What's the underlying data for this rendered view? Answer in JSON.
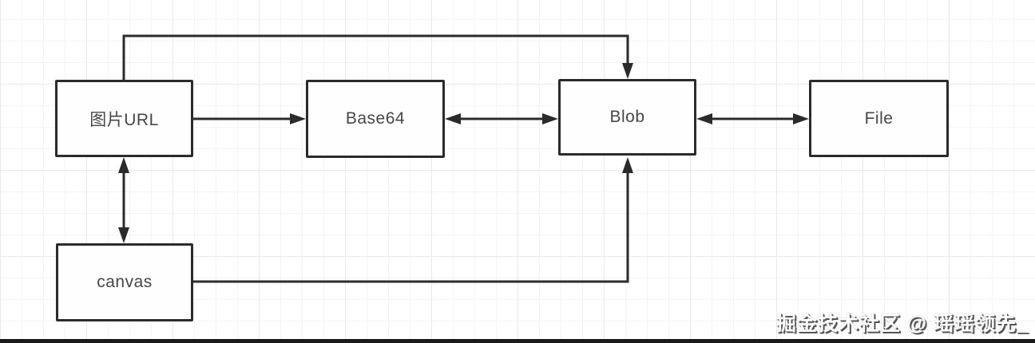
{
  "diagram": {
    "title": "image-format-conversion-flow",
    "nodes": [
      {
        "id": "image-url",
        "label": "图片URL"
      },
      {
        "id": "base64",
        "label": "Base64"
      },
      {
        "id": "blob",
        "label": "Blob"
      },
      {
        "id": "file",
        "label": "File"
      },
      {
        "id": "canvas",
        "label": "canvas"
      }
    ],
    "edges": [
      {
        "from": "image-url",
        "to": "base64",
        "direction": "one-way",
        "route": "straight"
      },
      {
        "from": "base64",
        "to": "blob",
        "direction": "two-way",
        "route": "straight"
      },
      {
        "from": "blob",
        "to": "file",
        "direction": "two-way",
        "route": "straight"
      },
      {
        "from": "image-url",
        "to": "canvas",
        "direction": "two-way",
        "route": "straight"
      },
      {
        "from": "image-url",
        "to": "blob",
        "direction": "one-way",
        "route": "over-top"
      },
      {
        "from": "canvas",
        "to": "blob",
        "direction": "one-way",
        "route": "bottom-then-up"
      }
    ],
    "colors": {
      "line": "#2b2b2b",
      "node_border": "#2b2b2b",
      "node_fill": "#fefefe",
      "node_text": "#464646",
      "grid_minor": "#f4f4f4",
      "grid_major": "#e9e9e9",
      "background": "#ffffff",
      "bottom_bar": "#1a1a1a",
      "watermark_text": "#ffffff"
    }
  },
  "watermark": {
    "text": "掘金技术社区 @ 瑶瑶领先_"
  }
}
